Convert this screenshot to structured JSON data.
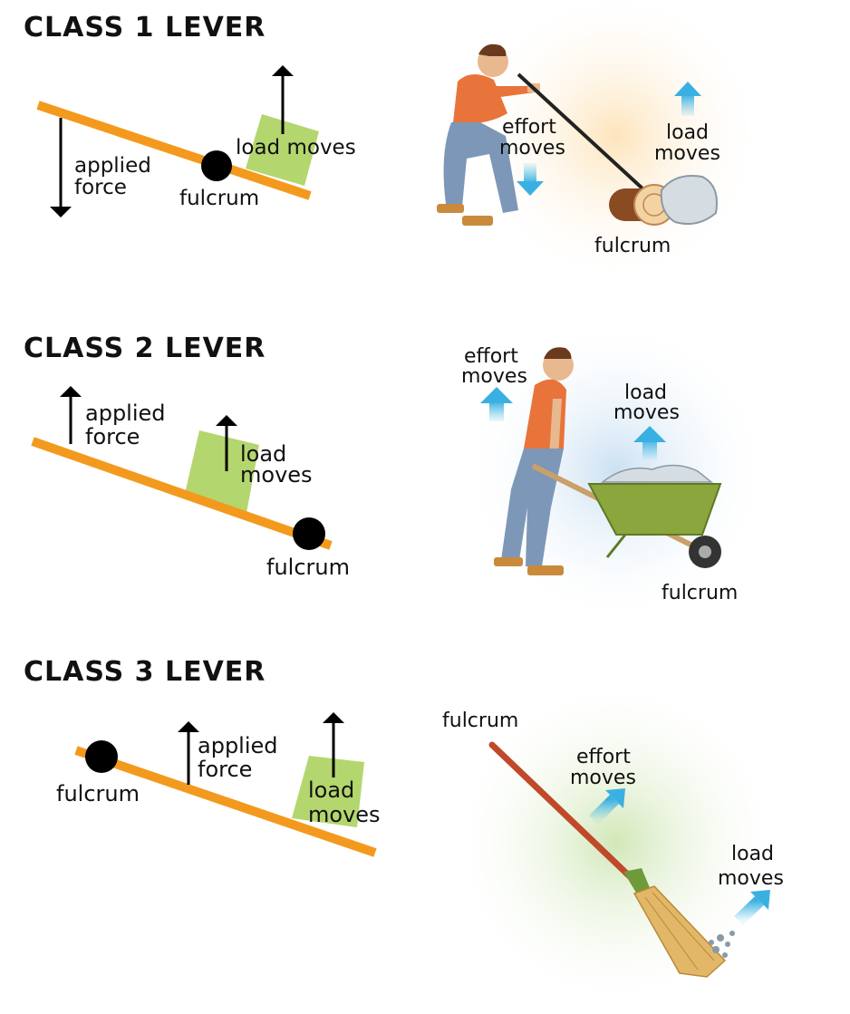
{
  "colors": {
    "lever": "#f39a1e",
    "load_box": "#b4d66e",
    "fulcrum": "#000000",
    "arrow_blue": "#5cc3e8",
    "shirt": "#e8743b",
    "jeans": "#7d97b8",
    "wheelbarrow": "#8aa63c"
  },
  "class1": {
    "title": "CLASS 1 LEVER",
    "diagram": {
      "applied_line1": "applied",
      "applied_line2": "force",
      "fulcrum": "fulcrum",
      "load": "load moves"
    },
    "scene": {
      "effort_line1": "effort",
      "effort_line2": "moves",
      "load_line1": "load",
      "load_line2": "moves",
      "fulcrum": "fulcrum",
      "illustration": "man-prying-rock-with-bar-over-log"
    }
  },
  "class2": {
    "title": "CLASS 2 LEVER",
    "diagram": {
      "applied_line1": "applied",
      "applied_line2": "force",
      "load_line1": "load",
      "load_line2": "moves",
      "fulcrum": "fulcrum"
    },
    "scene": {
      "effort_line1": "effort",
      "effort_line2": "moves",
      "load_line1": "load",
      "load_line2": "moves",
      "fulcrum": "fulcrum",
      "illustration": "man-pushing-wheelbarrow"
    }
  },
  "class3": {
    "title": "CLASS 3 LEVER",
    "diagram": {
      "applied_line1": "applied",
      "applied_line2": "force",
      "load_line1": "load",
      "load_line2": "moves",
      "fulcrum": "fulcrum"
    },
    "scene": {
      "fulcrum": "fulcrum",
      "effort_line1": "effort",
      "effort_line2": "moves",
      "load_line1": "load",
      "load_line2": "moves",
      "illustration": "broom-sweeping-debris"
    }
  }
}
